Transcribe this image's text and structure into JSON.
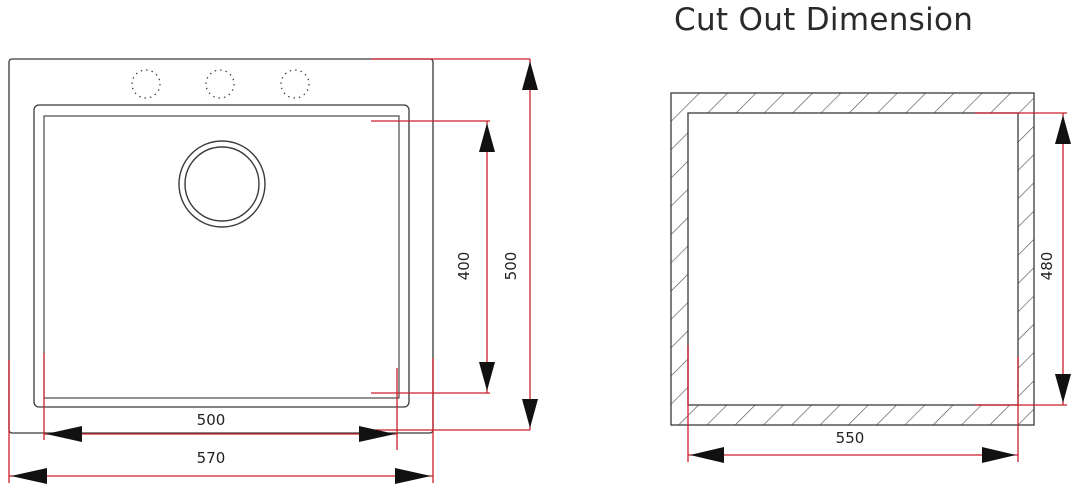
{
  "title": "Cut Out Dimension",
  "dimensions": {
    "inner_width": "500",
    "outer_width": "570",
    "inner_height": "400",
    "outer_height": "500",
    "cutout_width": "550",
    "cutout_height": "480"
  },
  "colors": {
    "outline": "#3a3a3a",
    "dimension_line": "#cc1e2c",
    "arrow": "#111111",
    "hatch": "#555555"
  }
}
